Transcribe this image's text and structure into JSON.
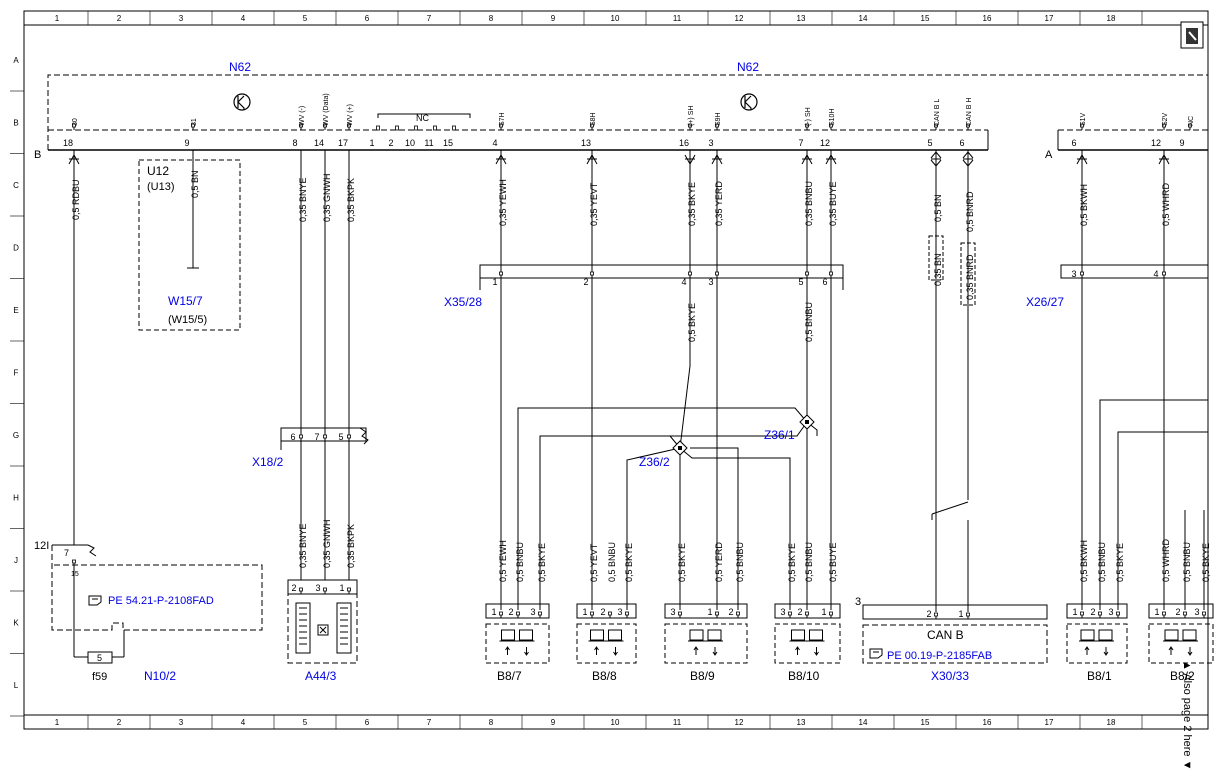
{
  "grid": {
    "columns": [
      "1",
      "2",
      "3",
      "4",
      "5",
      "6",
      "7",
      "8",
      "9",
      "10",
      "11",
      "12",
      "13",
      "14",
      "15",
      "16",
      "17",
      "18"
    ],
    "rows": [
      "A",
      "B",
      "C",
      "D",
      "E",
      "F",
      "G",
      "H",
      "J",
      "K",
      "L"
    ]
  },
  "components": {
    "n62_left": "N62",
    "n62_right": "N62",
    "u12": "U12",
    "u13": "(U13)",
    "w15_7": "W15/7",
    "w15_5": "(W15/5)",
    "x35_28": "X35/28",
    "x18_2": "X18/2",
    "x26_27": "X26/27",
    "z36_1": "Z36/1",
    "z36_2": "Z36/2",
    "n10_2": "N10/2",
    "f59": "f59",
    "a44_3": "A44/3",
    "b8_7": "B8/7",
    "b8_8": "B8/8",
    "b8_9": "B8/9",
    "b8_10": "B8/10",
    "x30_33": "X30/33",
    "b8_1": "B8/1",
    "b8_2": "B8/2",
    "can_b": "CAN B"
  },
  "connector_letters": {
    "b": "B",
    "a": "A"
  },
  "references": {
    "pe_54": "PE 54.21-P-2108FAD",
    "pe_00": "PE 00.19-P-2185FAB",
    "side_note": "▲ Also page 2 here ▼"
  },
  "misc": {
    "label_12i": "12I",
    "pin_3": "3",
    "fuse_pin": "5"
  },
  "pins_b": [
    {
      "n": "18",
      "sig": "30"
    },
    {
      "n": "9",
      "sig": "31"
    },
    {
      "n": "8",
      "sig": "WV (-)"
    },
    {
      "n": "14",
      "sig": "WV (Data)"
    },
    {
      "n": "17",
      "sig": "WV (+)"
    },
    {
      "n": "1",
      "sig": ""
    },
    {
      "n": "2",
      "sig": ""
    },
    {
      "n": "10",
      "sig": ""
    },
    {
      "n": "11",
      "sig": ""
    },
    {
      "n": "15",
      "sig": ""
    },
    {
      "n": "4",
      "sig": "S7H"
    },
    {
      "n": "13",
      "sig": "S8H"
    },
    {
      "n": "16",
      "sig": "(+) SH"
    },
    {
      "n": "3",
      "sig": "S9H"
    },
    {
      "n": "7",
      "sig": "(-) SH"
    },
    {
      "n": "12",
      "sig": "S10H"
    },
    {
      "n": "5",
      "sig": "CAN B L"
    },
    {
      "n": "6",
      "sig": "CAN B H"
    }
  ],
  "pins_a": [
    {
      "n": "6",
      "sig": "S1V"
    },
    {
      "n": "12",
      "sig": "S2V"
    },
    {
      "n": "9",
      "sig": "NC"
    }
  ],
  "nc_label": "NC",
  "wires_upper": [
    "0,5 RDBU",
    "0,5 BN",
    "0,35 BNYE",
    "0,35 GNWH",
    "0,35 BKPK",
    "0,35 YEWH",
    "0,35 YEVT",
    "0,35 BKYE",
    "0,35 YERD",
    "0,35 BNBU",
    "0,35 BUYE",
    "0,5 BN",
    "0,5 BNRD",
    "0,35 BN",
    "0,35 BNRD",
    "0,5 BKWH",
    "0,5 WHRD"
  ],
  "wires_mid": [
    "0,5 BKYE",
    "0,5 BNBU"
  ],
  "wires_x18": [
    "0,35 BNYE",
    "0,35 GNWH",
    "0,35 BKPK"
  ],
  "wires_lower": [
    "0,5 YEWH",
    "0,5 BNBU",
    "0,5 BKYE",
    "0,5 YEVT",
    "0,5 BNBU",
    "0,5 BKYE",
    "0,5 BKYE",
    "0,5 YERD",
    "0,5 BNBU",
    "0,5 BKYE",
    "0,5 BNBU",
    "0,5 BUYE",
    "0,5 BKWH",
    "0,5 BNBU",
    "0,5 BKYE",
    "0,5 WHRD",
    "0,5 BNBU",
    "0,5 BKYE"
  ],
  "pins_x35": [
    "1",
    "2",
    "4",
    "3",
    "5",
    "6"
  ],
  "pins_x26": [
    "3",
    "4"
  ],
  "pins_x18": [
    "6",
    "7",
    "5"
  ],
  "pins_n10": [
    "7",
    "15"
  ],
  "pins_a44": [
    "2",
    "3",
    "1"
  ],
  "pins_x30": [
    "2",
    "1"
  ],
  "sensor_pins": [
    [
      "1",
      "2",
      "3"
    ],
    [
      "1",
      "2",
      "3"
    ],
    [
      "3",
      "1",
      "2"
    ],
    [
      "3",
      "2",
      "1"
    ],
    [
      "1",
      "2",
      "3"
    ],
    [
      "1",
      "2",
      "3"
    ]
  ]
}
